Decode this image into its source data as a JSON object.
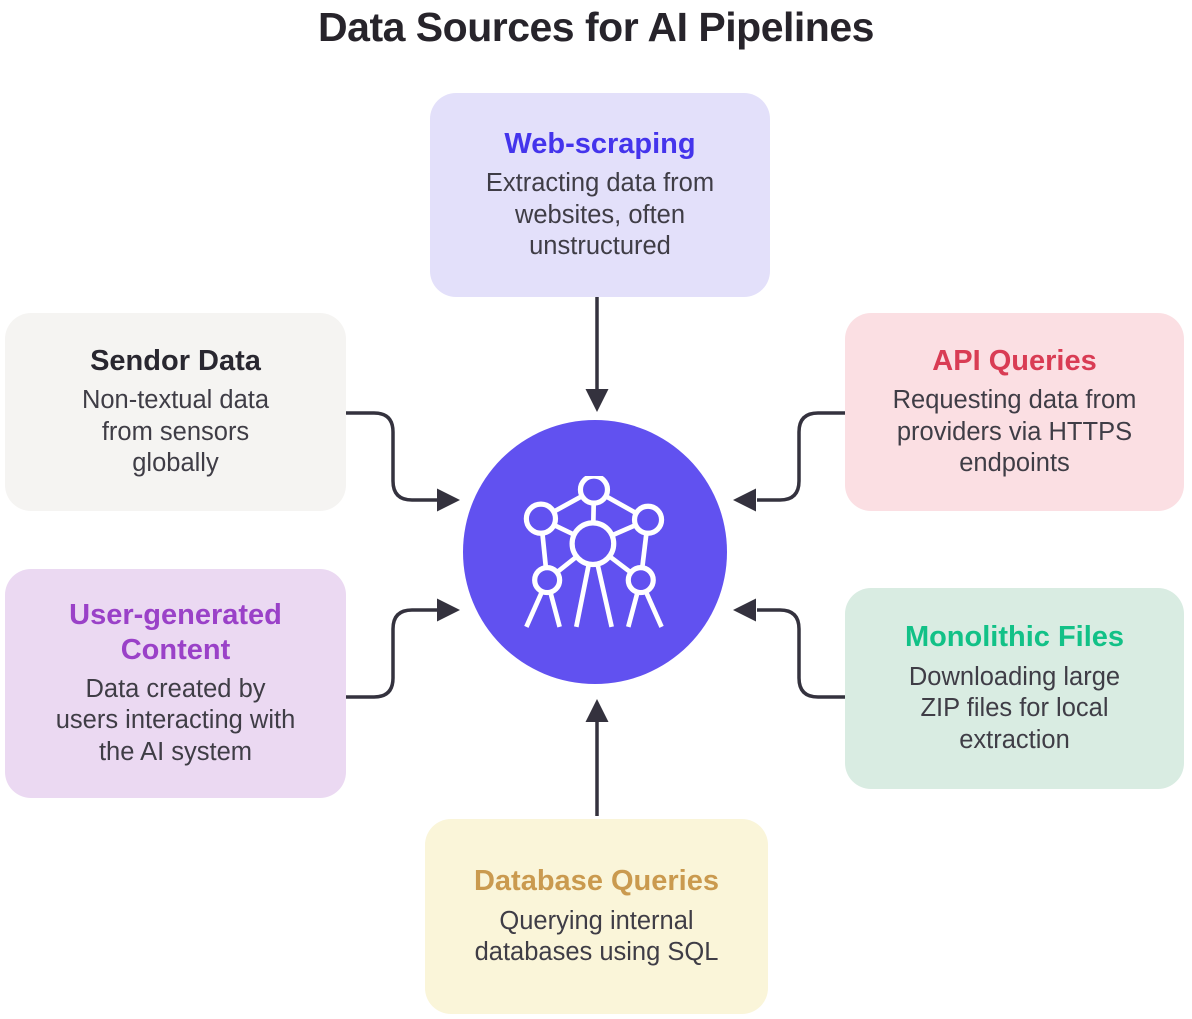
{
  "title": "Data Sources for AI Pipelines",
  "center": {
    "icon": "network-nodes-icon",
    "bg": "#6151f0",
    "icon_color": "#ffffff"
  },
  "colors": {
    "arrow": "#34323e",
    "body_text": "#3f3d46",
    "title_text": "#27242b",
    "background": "#ffffff"
  },
  "nodes": [
    {
      "id": "web-scraping",
      "title": "Web-scraping",
      "description": "Extracting data from websites, often unstructured",
      "bg": "#e3e0fa",
      "title_color": "#4434ec",
      "position": "top"
    },
    {
      "id": "sendor-data",
      "title": "Sendor Data",
      "description": "Non-textual data from sensors globally",
      "bg": "#f5f4f2",
      "title_color": "#292730",
      "position": "left-top"
    },
    {
      "id": "user-generated-content",
      "title": "User-generated Content",
      "description": "Data created by users interacting with the AI system",
      "bg": "#ebd9f2",
      "title_color": "#9a41c8",
      "position": "left-bottom"
    },
    {
      "id": "api-queries",
      "title": "API Queries",
      "description": "Requesting data from providers via HTTPS endpoints",
      "bg": "#fbdfe3",
      "title_color": "#d93c54",
      "position": "right-top"
    },
    {
      "id": "monolithic-files",
      "title": "Monolithic Files",
      "description": "Downloading large ZIP files for local extraction",
      "bg": "#d9ece2",
      "title_color": "#12c187",
      "position": "right-bottom"
    },
    {
      "id": "database-queries",
      "title": "Database Queries",
      "description": "Querying internal databases using SQL",
      "bg": "#faf5d9",
      "title_color": "#ca9a4f",
      "position": "bottom"
    }
  ],
  "connections": [
    {
      "from": "web-scraping",
      "to": "center",
      "style": "straight-down"
    },
    {
      "from": "sendor-data",
      "to": "center",
      "style": "elbow-right"
    },
    {
      "from": "user-generated-content",
      "to": "center",
      "style": "elbow-right"
    },
    {
      "from": "api-queries",
      "to": "center",
      "style": "elbow-left"
    },
    {
      "from": "monolithic-files",
      "to": "center",
      "style": "elbow-left"
    },
    {
      "from": "database-queries",
      "to": "center",
      "style": "straight-up"
    }
  ]
}
